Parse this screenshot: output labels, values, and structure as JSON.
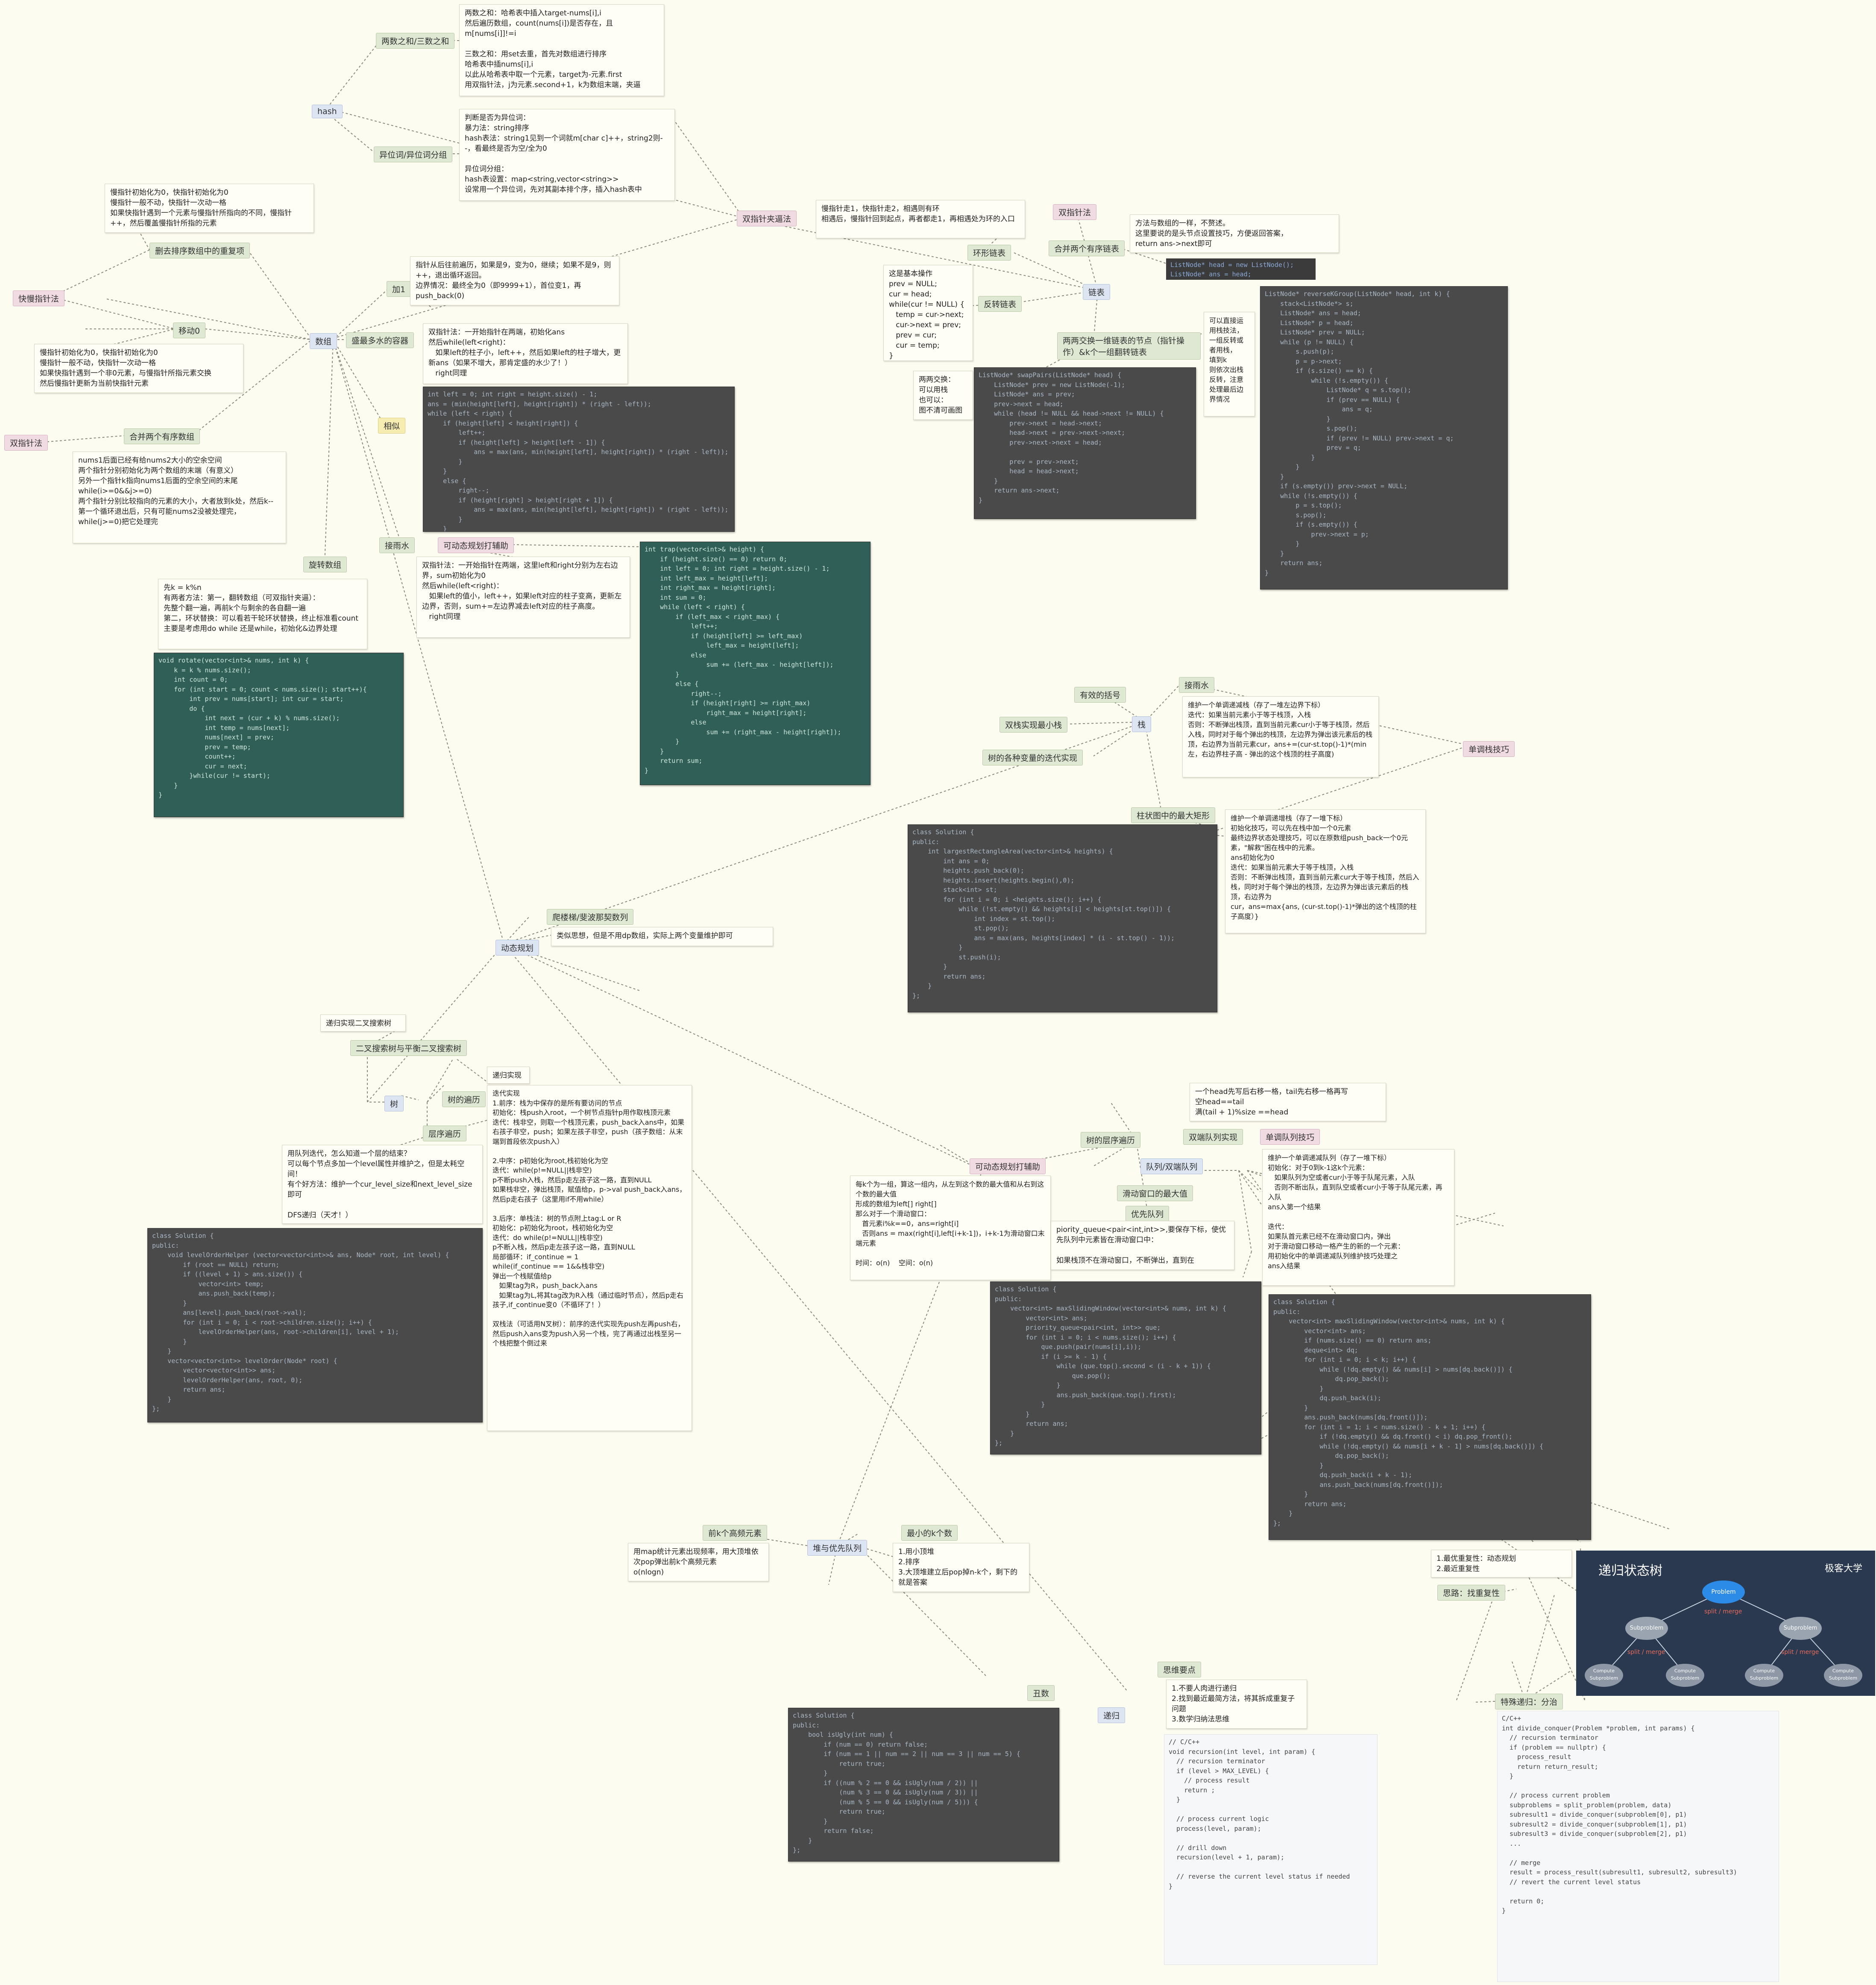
{
  "hash": {
    "root": "hash",
    "two_sum": "两数之和/三数之和",
    "two_sum_note": "两数之和：哈希表中插入target-nums[i],i\n然后遍历数组，count(nums[i])是否存在，且m[nums[i]]!=i\n\n三数之和：用set去重，首先对数组进行排序\n哈希表中插nums[i],i\n以此从哈希表中取一个元素，target为-元素.first\n用双指针法，j为元素.second+1，k为数组末端，夹逼",
    "anagram": "异位词/异位词分组",
    "anagram_note": "判断是否为异位词：\n暴力法：string排序\nhash表法：string1见到一个词就m[char c]++，string2则--，看最终是否为空/全为0\n\n异位词分组：\nhash表设置：map<string,vector<string>>\n设常用一个异位词，先对其副本排个序，插入hash表中"
  },
  "array": {
    "root": "数组",
    "fast_slow": "快慢指针法",
    "dedup": "删去排序数组中的重复项",
    "dedup_note": "慢指针初始化为0，快指针初始化为0\n慢指针一般不动，快指针一次动一格\n如果快指针遇到一个元素与慢指针所指向的不同，慢指针++，然后覆盖慢指针所指的元素",
    "move_zero": "移动0",
    "move_zero_note": "慢指针初始化为0，快指针初始化为0\n慢指针一般不动，快指针一次动一格\n如果快指针遇到一个非0元素，与慢指针所指元素交换\n然后慢指针更新为当前快指针元素",
    "two_ptr": "双指针法",
    "merge_sorted": "合并两个有序数组",
    "merge_note": "nums1后面已经有给nums2大小的空余空间\n两个指针分别初始化为两个数组的末端（有意义）\n另外一个指针k指向nums1后面的空余空间的末尾\nwhile(i>=0&&j>=0)\n两个指针分别比较指向的元素的大小，大者放到k处，然后k--\n第一个循环退出后，只有可能nums2没被处理完，while(j>=0)把它处理完",
    "plus_one": "加1",
    "plus_one_note": "指针从后往前遍历，如果是9，变为0，继续；如果不是9，则++，退出循环返回。\n边界情况：最终全为0（即9999+1），首位变1，再push_back(0)",
    "water": "盛最多水的容器",
    "water_note": "双指针法：一开始指针在两端，初始化ans\n然后while(left<right)：\n   如果left的柱子小，left++，然后如果left的柱子增大，更新ans（如果不增大，那肯定盛的水少了！）\n   right同理",
    "similar": "相似",
    "rotate": "旋转数组",
    "rotate_note": "先k = k%n\n有两者方法：第一，翻转数组（可双指针夹逼）：\n先整个翻一遍，再前k个与剩余的各自翻一遍\n第二，环状替换：可以看若干轮环状替换，终止标准看count\n主要是考虑用do while 还是while，初始化&边界处理",
    "rain": "接雨水",
    "rain_dp": "可动态规划打辅助",
    "rain_note": "双指针法：一开始指针在两端，这里left和right分别为左右边界，sum初始化为0\n然后while(left<right)：\n   如果left的值小，left++，如果left对应的柱子变高，更新左边界，否则，sum+=左边界减去left对应的柱子高度。\n   right同理"
  },
  "double_ptr": "双指针夹逼法",
  "linked": {
    "root": "链表",
    "dp_label": "双指针法",
    "ring": "环形链表",
    "ring_note": "慢指针走1，快指针走2，相遇则有环\n相遇后，慢指针回到起点，再者都走1，再相遇处为环的入口",
    "merge": "合并两个有序链表",
    "merge_note": "方法与数组的一样，不赘述。\n这里要说的是头节点设置技巧，方便返回答案，\nreturn ans->next即可",
    "merge_strip": "ListNode* head = new ListNode();\nListNode* ans = head;",
    "reverse": "反转链表",
    "reverse_note": "这是基本操作\nprev = NULL;\ncur = head;\nwhile(cur != NULL) {\n   temp = cur->next;\n   cur->next = prev;\n   prev = cur;\n   cur = temp;\n}",
    "swap": "两两交换一维链表的节点（指针操作）&k个一组翻转链表",
    "swap_note": "两两交换：\n可以用栈\n也可以：\n图不清可画图",
    "k_note": "可以直接运用栈技法，\n一组反转或者用栈，\n填到k\n则依次出栈反转，注意处理最后边界情况"
  },
  "stack": {
    "root": "栈",
    "valid": "有效的括号",
    "min_stack": "双栈实现最小栈",
    "trees": "树的各种变量的迭代实现",
    "rain": "接雨水",
    "rain_note": "维护一个单调递减栈（存了一堆左边界下标）\n迭代：如果当前元素小于等于栈顶，入栈\n否则：不断弹出栈顶，直到当前元素cur小于等于栈顶，然后入栈，同时对于每个弹出的栈顶，左边界为弹出该元素后的栈顶，右边界为当前元素cur，ans+=(cur-st.top()-1)*(min左，右边界柱子高 - 弹出的这个栈顶的柱子高度)",
    "mono": "单调栈技巧",
    "histo": "柱状图中的最大矩形",
    "histo_note": "维护一个单调递增栈（存了一堆下标）\n初始化技巧，可以先在栈中加一个0元素\n最终边界状态处理技巧，可以在原数组push_back一个0元素，\"解救\"困在栈中的元素。\nans初始化为0\n迭代：如果当前元素大于等于栈顶，入栈\n否则：不断弹出栈顶，直到当前元素cur大于等于栈顶，然后入栈，同时对于每个弹出的栈顶，左边界为弹出该元素后的栈顶，右边界为\ncur，ans=max{ans, (cur-st.top()-1)*弹出的这个栈顶的柱子高度）}"
  },
  "dp": {
    "root": "动态规划",
    "stairs": "爬楼梯/斐波那契数列",
    "stairs_note": "类似思想，但是不用dp数组，实际上两个变量维护即可"
  },
  "tree": {
    "root": "树",
    "recur_label": "递归实现二叉搜索树",
    "bst": "二叉搜索树与平衡二叉搜索树",
    "traverse": "树的遍历",
    "level": "层序遍历",
    "recur_impl": "递归实现",
    "iter_note": "迭代实现\n1.前序：栈为中保存的是所有要访问的节点\n初始化：栈push入root，一个树节点指针p用作取栈顶元素\n迭代：栈非空，则取一个栈顶元素，push_back入ans中，如果右孩子非空，push；如果左孩子非空，push（孩子数组：从末端到首段依次push入）\n\n2.中序：p初始化为root,栈初始化为空\n迭代：while(p!=NULL||栈非空)\np不断push入栈，然后p走左孩子这一路，直到NULL\n如果栈非空，弹出栈顶，赋值给p，p->val push_back入ans，然后p走右孩子（这里用if不用while）\n\n3.后序：单栈法：树的节点附上tag:L or R\n初始化：p初始化为root，栈初始化为空\n迭代：do while(p!=NULL||栈非空)\np不断入栈，然后p走左孩子这一路，直到NULL\n局部循环：if_continue = 1\nwhile(if_continue == 1&&栈非空)\n弹出一个栈赋值给p\n   如果tag为R，push_back入ans\n   如果tag为L,将其tag改为R入栈（通过临时节点），然后p走右孩子,if_continue变0（不循环了！）\n\n双栈法（可适用N叉树）：前序的迭代实现先push左再push右，然后push入ans变为push入另一个栈，完了再通过出栈至另一个栈把整个倒过来",
    "level_note": "用队列迭代，怎么知道一个层的结束？\n可以每个节点多加一个level属性并维护之，但是太耗空间！\n有个好方法：维护一个cur_level_size和next_level_size即可\n\nDFS递归（天才！）"
  },
  "queue": {
    "root": "队列/双端队列",
    "level": "树的层序遍历",
    "deque": "双端队列实现",
    "deque_note": "一个head先写后右移一格，tail先右移一格再写\n空head==tail\n满(tail + 1)%size ==head",
    "window": "滑动窗口的最大值",
    "window_dp": "可动态规划打辅助",
    "window_note": "每k个为一组，算这一组内，从左到这个数的最大值和从右到这个数的最大值\n形成的数组为left[] right[]\n那么对于一个滑动窗口：\n   首元素i%k==0，ans=right[i]\n   否则ans = max(right[i],left[i+k-1])，i+k-1为滑动窗口末端元素\n\n时间：o(n)    空间：o(n)",
    "pq": "优先队列",
    "pq_note": "piority_queue<pair<int,int>>,要保存下标，使优先队列中元素皆在滑动窗口中：\n\n如果栈顶不在滑动窗口，不断弹出，直到在",
    "mono": "单调队列技巧",
    "mono_note": "维护一个单调递减队列（存了一堆下标）\n初始化：对于0到k-1这k个元素：\n   如果队列为空或者cur小于等于队尾元素，入队\n   否则不断出队，直到队空或者cur小于等于队尾元素，再入队\nans入第一个结果\n\n迭代：\n如果队首元素已经不在滑动窗口内，弹出\n对于滑动窗口移动一格产生的新的一个元素：\n用初始化中的单调递减队列维护技巧处理之\nans入结果"
  },
  "heap": {
    "root": "堆与优先队列",
    "topk": "前k个高频元素",
    "topk_note": "用map统计元素出现频率，用大顶堆依次pop弹出前k个高频元素\no(nlogn)",
    "mink": "最小的k个数",
    "mink_note": "1.用小顶堆\n2.排序\n3.大顶堆建立后pop掉n-k个，剩下的就是答案"
  },
  "recursion": {
    "root": "递归",
    "topic": "丑数",
    "think": "思维要点",
    "think_note": "1.不要人肉进行递归\n2.找到最近最简方法，将其拆成重复子问题\n3.数学归纳法思维",
    "special": "特殊递归：分治",
    "idea": "思路：找重复性",
    "idea_note": "1.最优重复性：动态规划\n2.最近重复性",
    "slide_title": "递归状态树",
    "slide_logo": "极客大学",
    "slide_root": "Problem",
    "slide_sub": "Subproblem",
    "slide_leaf": "Compute Subproblem",
    "slide_label": "split / merge"
  },
  "code": {
    "water": "int left = 0; int right = height.size() - 1;\nans = (min(height[left], height[right]) * (right - left));\nwhile (left < right) {\n    if (height[left] < height[right]) {\n        left++;\n        if (height[left] > height[left - 1]) {\n            ans = max(ans, min(height[left], height[right]) * (right - left));\n        }\n    }\n    else {\n        right--;\n        if (height[right] > height[right + 1]) {\n            ans = max(ans, min(height[left], height[right]) * (right - left));\n        }\n    }\n}",
    "rotate": "void rotate(vector<int>& nums, int k) {\n    k = k % nums.size();\n    int count = 0;\n    for (int start = 0; count < nums.size(); start++){\n        int prev = nums[start]; int cur = start;\n        do {\n            int next = (cur + k) % nums.size();\n            int temp = nums[next];\n            nums[next] = prev;\n            prev = temp;\n            count++;\n            cur = next;\n        }while(cur != start);\n    }\n}",
    "trap": "int trap(vector<int>& height) {\n    if (height.size() == 0) return 0;\n    int left = 0; int right = height.size() - 1;\n    int left_max = height[left];\n    int right_max = height[right];\n    int sum = 0;\n    while (left < right) {\n        if (left_max < right_max) {\n            left++;\n            if (height[left] >= left_max)\n                left_max = height[left];\n            else\n                sum += (left_max - height[left]);\n        }\n        else {\n            right--;\n            if (height[right] >= right_max)\n                right_max = height[right];\n            else\n                sum += (right_max - height[right]);\n        }\n    }\n    return sum;\n}",
    "swap": "ListNode* swapPairs(ListNode* head) {\n    ListNode* prev = new ListNode(-1);\n    ListNode* ans = prev;\n    prev->next = head;\n    while (head != NULL && head->next != NULL) {\n        prev->next = head->next;\n        head->next = prev->next->next;\n        prev->next->next = head;\n\n        prev = prev->next;\n        head = head->next;\n    }\n    return ans->next;\n}",
    "reverse_k": "ListNode* reverseKGroup(ListNode* head, int k) {\n    stack<ListNode*> s;\n    ListNode* ans = head;\n    ListNode* p = head;\n    ListNode* prev = NULL;\n    while (p != NULL) {\n        s.push(p);\n        p = p->next;\n        if (s.size() == k) {\n            while (!s.empty()) {\n                ListNode* q = s.top();\n                if (prev == NULL) {\n                    ans = q;\n                }\n                s.pop();\n                if (prev != NULL) prev->next = q;\n                prev = q;\n            }\n        }\n    }\n    if (s.empty()) prev->next = NULL;\n    while (!s.empty()) {\n        p = s.top();\n        s.pop();\n        if (s.empty()) {\n            prev->next = p;\n        }\n    }\n    return ans;\n}",
    "histo": "class Solution {\npublic:\n    int largestRectangleArea(vector<int>& heights) {\n        int ans = 0;\n        heights.push_back(0);\n        heights.insert(heights.begin(),0);\n        stack<int> st;\n        for (int i = 0; i <heights.size(); i++) {\n            while (!st.empty() && heights[i] < heights[st.top()]) {\n                int index = st.top();\n                st.pop();\n                ans = max(ans, heights[index] * (i - st.top() - 1));\n            }\n            st.push(i);\n        }\n        return ans;\n    }\n};",
    "level": "class Solution {\npublic:\n    void levelOrderHelper (vector<vector<int>>& ans, Node* root, int level) {\n        if (root == NULL) return;\n        if ((level + 1) > ans.size()) {\n            vector<int> temp;\n            ans.push_back(temp);\n        }\n        ans[level].push_back(root->val);\n        for (int i = 0; i < root->children.size(); i++) {\n            levelOrderHelper(ans, root->children[i], level + 1);\n        }\n    }\n    vector<vector<int>> levelOrder(Node* root) {\n        vector<vector<int>> ans;\n        levelOrderHelper(ans, root, 0);\n        return ans;\n    }\n};",
    "pq": "class Solution {\npublic:\n    vector<int> maxSlidingWindow(vector<int>& nums, int k) {\n        vector<int> ans;\n        priority_queue<pair<int, int>> que;\n        for (int i = 0; i < nums.size(); i++) {\n            que.push(pair(nums[i],i));\n            if (i >= k - 1) {\n                while (que.top().second < (i - k + 1)) {\n                    que.pop();\n                }\n                ans.push_back(que.top().first);\n            }\n        }\n        return ans;\n    }\n};",
    "mono": "class Solution {\npublic:\n    vector<int> maxSlidingWindow(vector<int>& nums, int k) {\n        vector<int> ans;\n        if (nums.size() == 0) return ans;\n        deque<int> dq;\n        for (int i = 0; i < k; i++) {\n            while (!dq.empty() && nums[i] > nums[dq.back()]) {\n                dq.pop_back();\n            }\n            dq.push_back(i);\n        }\n        ans.push_back(nums[dq.front()]);\n        for (int i = 1; i < nums.size() - k + 1; i++) {\n            if (!dq.empty() && dq.front() < i) dq.pop_front();\n            while (!dq.empty() && nums[i + k - 1] > nums[dq.back()]) {\n                dq.pop_back();\n            }\n            dq.push_back(i + k - 1);\n            ans.push_back(nums[dq.front()]);\n        }\n        return ans;\n    }\n};",
    "ugly": "class Solution {\npublic:\n    bool isUgly(int num) {\n        if (num == 0) return false;\n        if (num == 1 || num == 2 || num == 3 || num == 5) {\n            return true;\n        }\n        if ((num % 2 == 0 && isUgly(num / 2)) ||\n            (num % 3 == 0 && isUgly(num / 3)) ||\n            (num % 5 == 0 && isUgly(num / 5))) {\n            return true;\n        }\n        return false;\n    }\n};",
    "recursion": "// C/C++\nvoid recursion(int level, int param) {\n  // recursion terminator\n  if (level > MAX_LEVEL) {\n    // process result\n    return ;\n  }\n\n  // process current logic\n  process(level, param);\n\n  // drill down\n  recursion(level + 1, param);\n\n  // reverse the current level status if needed\n}",
    "divide": "C/C++\nint divide_conquer(Problem *problem, int params) {\n  // recursion terminator\n  if (problem == nullptr) {\n    process_result\n    return return_result;\n  }\n\n  // process current problem\n  subproblems = split_problem(problem, data)\n  subresult1 = divide_conquer(subproblem[0], p1)\n  subresult2 = divide_conquer(subproblem[1], p1)\n  subresult3 = divide_conquer(subproblem[2], p1)\n  ...\n\n  // merge\n  result = process_result(subresult1, subresult2, subresult3)\n  // revert the current level status\n\n  return 0;\n}"
  }
}
